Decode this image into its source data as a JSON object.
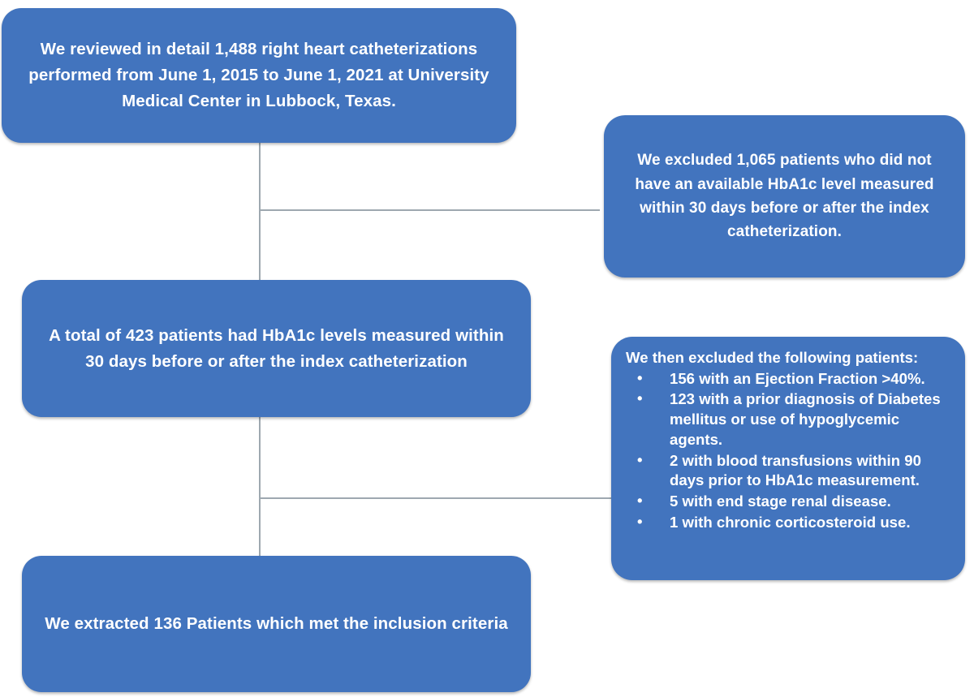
{
  "diagram": {
    "title": "Patient Selection Flowchart",
    "accent_color": "#4274BE",
    "text_color": "#FFFFFF",
    "connector_color": "#9EA8B0",
    "background_color": "#FFFFFF"
  },
  "nodes": {
    "reviewed": {
      "text": "We reviewed in detail 1,488 right heart catheterizations performed from June 1, 2015 to June 1, 2021 at University Medical Center in Lubbock, Texas."
    },
    "excluded_hba1c": {
      "text": "We excluded 1,065 patients who did not have an available HbA1c level measured within 30 days before or after the index catheterization."
    },
    "total_423": {
      "text": "A total of 423 patients had HbA1c levels measured within 30 days before or after the index catheterization"
    },
    "then_excluded": {
      "intro": "We then excluded the following patients:",
      "bullet_glyph": "•",
      "items": [
        "156 with an Ejection Fraction >40%.",
        "123 with a prior diagnosis of Diabetes mellitus or use of hypoglycemic agents.",
        "2 with blood transfusions within 90 days prior to HbA1c measurement.",
        "5 with end stage renal disease.",
        "1 with chronic corticosteroid use."
      ]
    },
    "extracted": {
      "text": "We extracted 136 Patients which met the inclusion criteria"
    }
  }
}
